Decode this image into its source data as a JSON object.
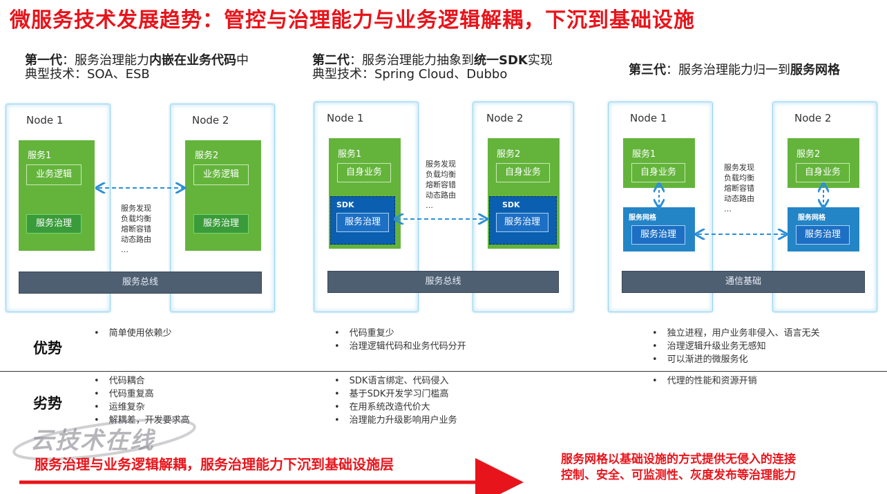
{
  "title": "微服务技术发展趋势：管控与治理能力与业务逻辑解耦，下沉到基础设施",
  "generations": [
    {
      "line1_prefix": "第一代",
      "line1_mid": "：服务治理能力",
      "line1_bold": "内嵌在业务代码",
      "line1_suffix": "中",
      "line2": "典型技术：SOA、ESB"
    },
    {
      "line1_prefix": "第二代",
      "line1_mid": "：服务治理能力抽象到",
      "line1_bold": "统一SDK",
      "line1_suffix": "实现",
      "line2": "典型技术：Spring Cloud、Dubbo"
    },
    {
      "line1_prefix": "第三代",
      "line1_mid": "：服务治理能力归一到",
      "line1_bold": "服务网格",
      "line1_suffix": "",
      "line2": ""
    }
  ],
  "panels": [
    {
      "node1": "Node 1",
      "node2": "Node 2",
      "svc1": "服务1",
      "svc2": "服务2",
      "biz": "业务逻辑",
      "gov": "服务治理",
      "bus": "服务总线",
      "features": "服务发现\n负载均衡\n熔断容错\n动态路由\n…"
    },
    {
      "node1": "Node 1",
      "node2": "Node 2",
      "svc1": "服务1",
      "svc2": "服务2",
      "biz": "自身业务",
      "sdk": "SDK",
      "gov": "服务治理",
      "bus": "服务总线",
      "features": "服务发现\n负载均衡\n熔断容错\n动态路由\n…"
    },
    {
      "node1": "Node 1",
      "node2": "Node 2",
      "svc1": "服务1",
      "svc2": "服务2",
      "biz": "自身业务",
      "mesh": "服务网格",
      "gov": "服务治理",
      "bus": "通信基础",
      "features": "服务发现\n负载均衡\n熔断容错\n动态路由\n…"
    }
  ],
  "advantages_label": "优势",
  "disadvantages_label": "劣势",
  "advantages": [
    [
      "简单使用依赖少"
    ],
    [
      "代码重复少",
      "治理逻辑代码和业务代码分开"
    ],
    [
      "独立进程，用户业务非侵入、语言无关",
      "治理逻辑升级业务无感知",
      "可以渐进的微服务化"
    ]
  ],
  "disadvantages": [
    [
      "代码耦合",
      "代码重复高",
      "运维复杂",
      "解耦差，开发要求高"
    ],
    [
      "SDK语言绑定、代码侵入",
      "基于SDK开发学习门槛高",
      "在用系统改造代价大",
      "治理能力升级影响用户业务"
    ],
    [
      "代理的性能和资源开销"
    ]
  ],
  "watermark": "云技术在线",
  "bottom_left": "服务治理与业务逻辑解耦，服务治理能力下沉到基础设施层",
  "bottom_right_1": "服务网格以基础设施的方式提供无侵入的连接",
  "bottom_right_2": "控制、安全、可监测性、灰度发布等治理能力",
  "colors": {
    "title_red": "#e8141b",
    "service_green": "#64b43c",
    "sdk_blue": "#0b5fb0",
    "mesh_blue": "#2485c6",
    "bus_gray": "#4f5f72",
    "arrow_red": "#e8141b"
  }
}
